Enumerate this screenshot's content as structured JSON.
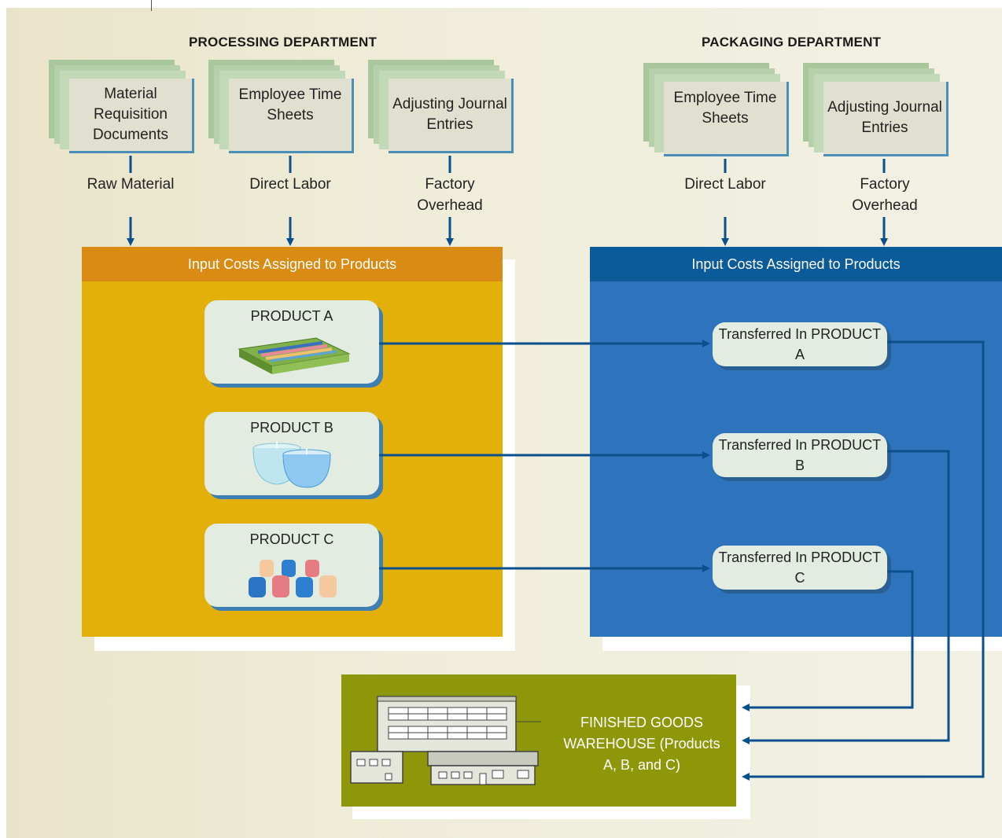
{
  "processing": {
    "title": "PROCESSING DEPARTMENT",
    "docs": [
      {
        "label": "Material Requisition Documents",
        "flow": "Raw Material"
      },
      {
        "label": "Employee Time Sheets",
        "flow": "Direct Labor"
      },
      {
        "label": "Adjusting Journal Entries",
        "flow": "Factory Overhead"
      }
    ],
    "panel_title": "Input Costs Assigned to Products",
    "products": [
      "PRODUCT A",
      "PRODUCT B",
      "PRODUCT C"
    ]
  },
  "packaging": {
    "title": "PACKAGING DEPARTMENT",
    "docs": [
      {
        "label": "Employee Time Sheets",
        "flow": "Direct Labor"
      },
      {
        "label": "Adjusting Journal Entries",
        "flow": "Factory Overhead"
      }
    ],
    "panel_title": "Input Costs Assigned to Products",
    "transfers": [
      "Transferred In PRODUCT A",
      "Transferred In PRODUCT B",
      "Transferred In PRODUCT C"
    ]
  },
  "warehouse": {
    "label": "FINISHED GOODS WAREHOUSE (Products A, B, and C)"
  },
  "colors": {
    "processing_header": "#d98b14",
    "processing_body": "#e2b008",
    "packaging_header": "#0b5a9a",
    "packaging_body": "#2e74bd",
    "warehouse": "#8e9708",
    "arrow": "#0b4f8c"
  }
}
